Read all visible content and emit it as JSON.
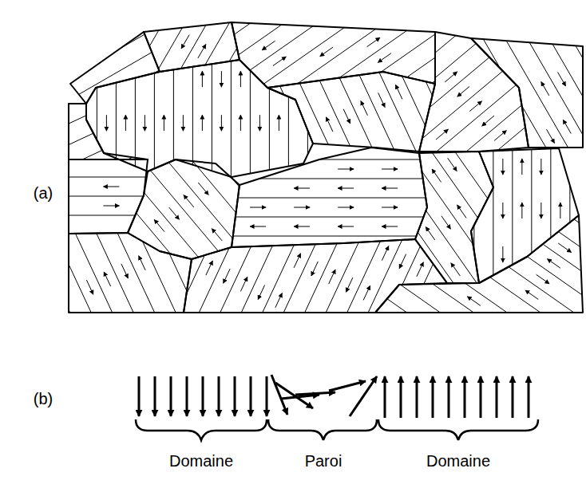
{
  "diagram": {
    "labels": [
      "(a)",
      "(b)",
      "Domaine",
      "Paroi",
      "Domaine"
    ]
  }
}
